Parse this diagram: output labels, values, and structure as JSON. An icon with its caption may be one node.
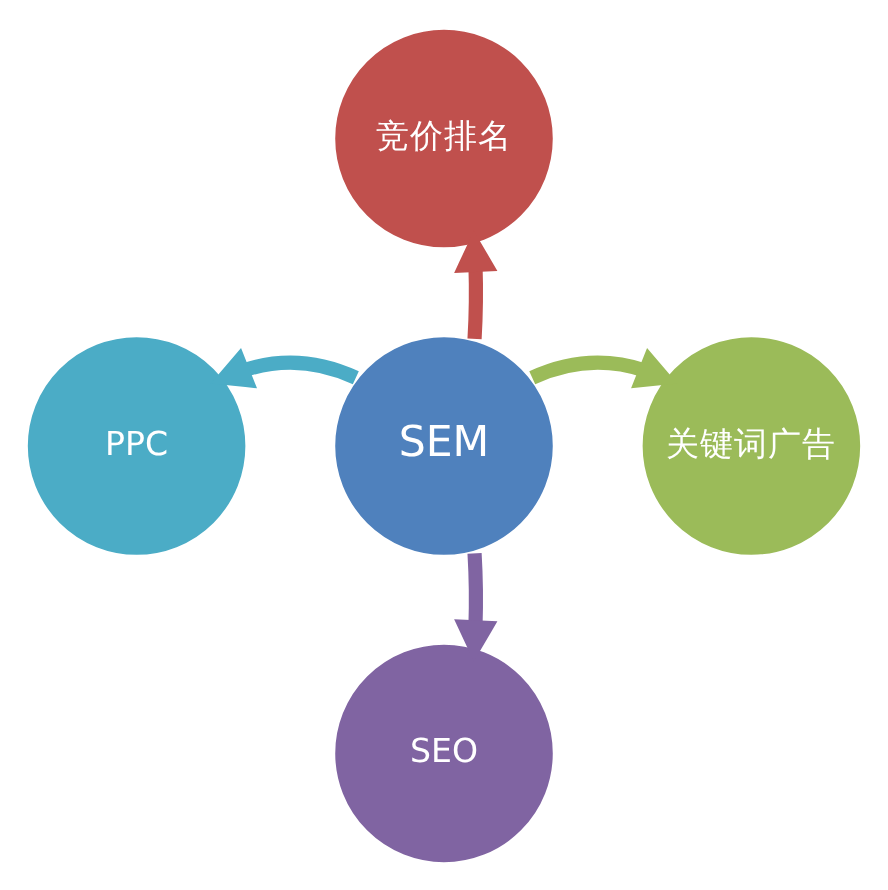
{
  "diagram": {
    "nodes": [
      {
        "text": [
          "竞价排名"
        ]
      },
      {
        "text": [
          "PPC"
        ]
      },
      {
        "text": [
          "SEM"
        ]
      },
      {
        "text": [
          "关键词广告"
        ]
      },
      {
        "text": [
          "SEO"
        ]
      }
    ],
    "edges": [
      {
        "from": 2,
        "to": 0,
        "arrow": "to",
        "color": "#c0504d"
      },
      {
        "from": 2,
        "to": 1,
        "arrow": "to",
        "color": "#4bacc6"
      },
      {
        "from": 2,
        "to": 3,
        "arrow": "to",
        "color": "#9bbb59"
      },
      {
        "from": 2,
        "to": 4,
        "arrow": "to",
        "color": "#8064a2"
      }
    ]
  }
}
